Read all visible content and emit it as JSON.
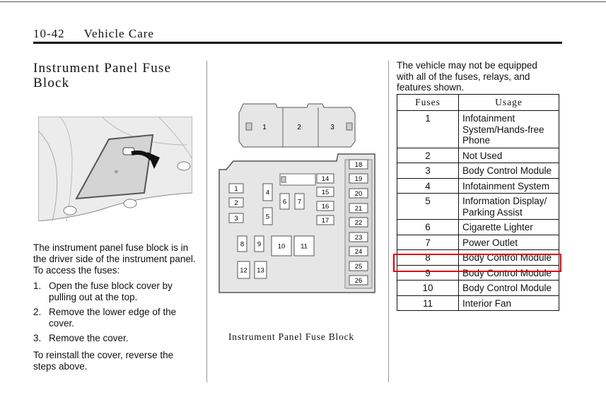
{
  "header": {
    "page_number": "10-42",
    "section": "Vehicle Care"
  },
  "title": "Instrument Panel Fuse Block",
  "intro": "The instrument panel fuse block is in the driver side of the instrument panel. To access the fuses:",
  "steps": [
    {
      "num": "1.",
      "text": "Open the fuse block cover by pulling out at the top."
    },
    {
      "num": "2.",
      "text": "Remove the lower edge of the cover."
    },
    {
      "num": "3.",
      "text": "Remove the cover."
    }
  ],
  "outro": "To reinstall the cover, reverse the steps above.",
  "diagram": {
    "caption": "Instrument Panel Fuse Block",
    "relay_labels": [
      "1",
      "2",
      "3"
    ],
    "fuse_labels": [
      "1",
      "2",
      "3",
      "4",
      "5",
      "6",
      "7",
      "8",
      "9",
      "10",
      "11",
      "12",
      "13",
      "14",
      "15",
      "16",
      "17",
      "18",
      "19",
      "20",
      "21",
      "22",
      "23",
      "24",
      "25",
      "26"
    ]
  },
  "note": "The vehicle may not be equipped with all of the fuses, relays, and features shown.",
  "table": {
    "headers": [
      "Fuses",
      "Usage"
    ],
    "rows": [
      {
        "fuse": "1",
        "usage": "Infotainment System/Hands-free Phone"
      },
      {
        "fuse": "2",
        "usage": "Not Used"
      },
      {
        "fuse": "3",
        "usage": "Body Control Module"
      },
      {
        "fuse": "4",
        "usage": "Infotainment System"
      },
      {
        "fuse": "5",
        "usage": "Information Display/ Parking Assist"
      },
      {
        "fuse": "6",
        "usage": "Cigarette Lighter"
      },
      {
        "fuse": "7",
        "usage": "Power Outlet"
      },
      {
        "fuse": "8",
        "usage": "Body Control Module"
      },
      {
        "fuse": "9",
        "usage": "Body Control Module"
      },
      {
        "fuse": "10",
        "usage": "Body Control Module"
      },
      {
        "fuse": "11",
        "usage": "Interior Fan"
      }
    ],
    "highlighted_fuse": "7",
    "highlight_color": "#e0000f"
  }
}
